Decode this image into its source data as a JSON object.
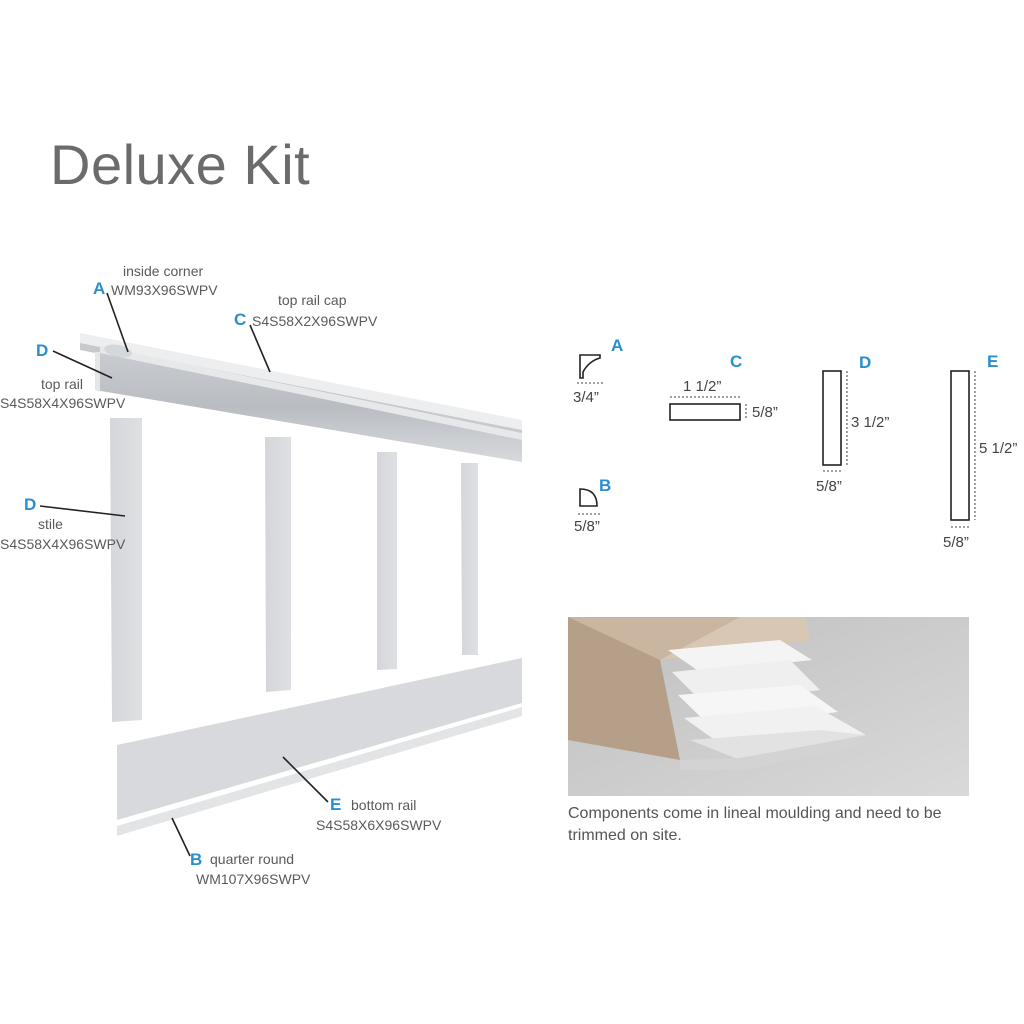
{
  "title": "Deluxe Kit",
  "parts": {
    "inside_corner": {
      "letter": "A",
      "name": "inside corner",
      "code": "WM93X96SWPV"
    },
    "top_rail_cap": {
      "letter": "C",
      "name": "top rail cap",
      "code": "S4S58X2X96SWPV"
    },
    "top_rail": {
      "letter": "D",
      "name": "top rail",
      "code": "S4S58X4X96SWPV"
    },
    "stile": {
      "letter": "D",
      "name": "stile",
      "code": "S4S58X4X96SWPV"
    },
    "bottom_rail": {
      "letter": "E",
      "name": "bottom rail",
      "code": "S4S58X6X96SWPV"
    },
    "quarter_round": {
      "letter": "B",
      "name": "quarter round",
      "code": "WM107X96SWPV"
    }
  },
  "profiles": {
    "a": {
      "letter": "A",
      "width": "3/4”"
    },
    "b": {
      "letter": "B",
      "width": "5/8”"
    },
    "c": {
      "letter": "C",
      "width": "1 1/2”",
      "thickness": "5/8”"
    },
    "d": {
      "letter": "D",
      "height": "3 1/2”",
      "thickness": "5/8”"
    },
    "e": {
      "letter": "E",
      "height": "5 1/2”",
      "thickness": "5/8”"
    }
  },
  "caption": "Components come in lineal moulding and need to be trimmed on site.",
  "colors": {
    "accent": "#2a8fcf",
    "title": "#6b6b6b",
    "panel": "#dcdde0"
  }
}
